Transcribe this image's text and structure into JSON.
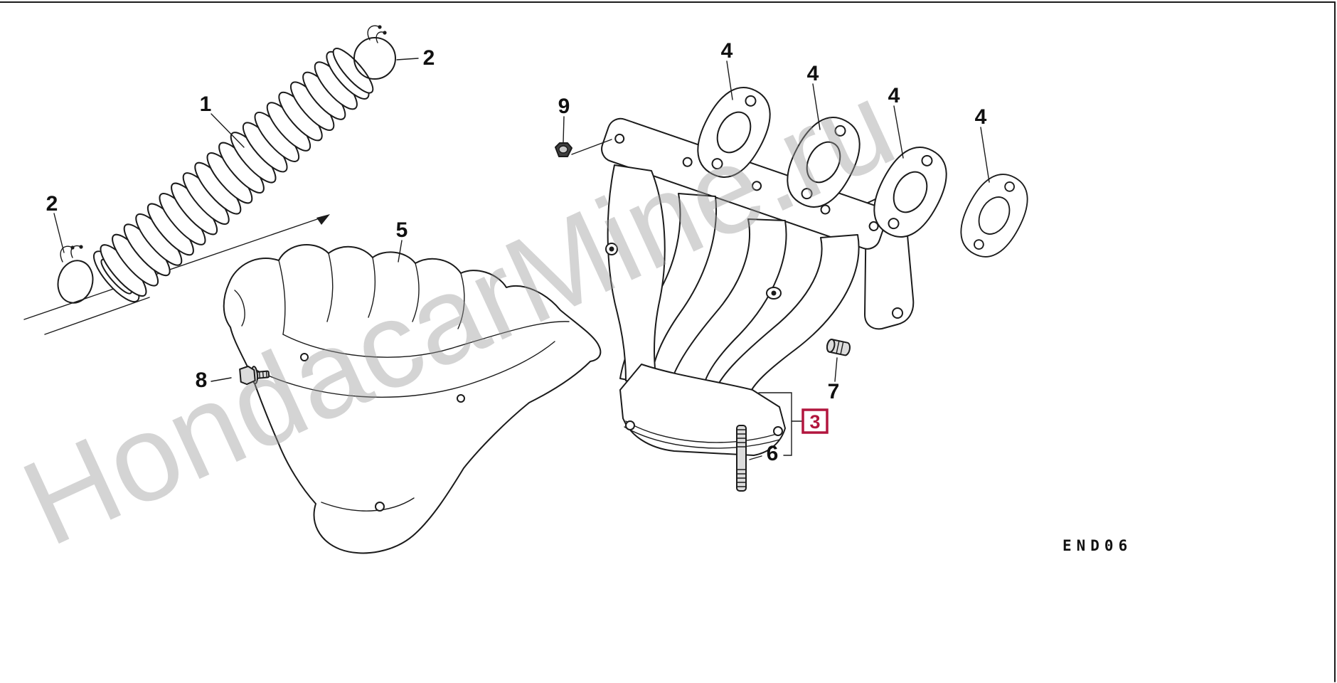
{
  "diagram": {
    "watermark": "HondacarMine.ru",
    "code": "END06"
  },
  "colors": {
    "highlight": "#b2163e",
    "line": "#1b1b1b",
    "watermark": "#9b9b9b"
  },
  "callouts": {
    "c1": {
      "label": "1",
      "highlighted": false
    },
    "c2a": {
      "label": "2",
      "highlighted": false
    },
    "c2b": {
      "label": "2",
      "highlighted": false
    },
    "c3": {
      "label": "3",
      "highlighted": true
    },
    "c4a": {
      "label": "4",
      "highlighted": false
    },
    "c4b": {
      "label": "4",
      "highlighted": false
    },
    "c4c": {
      "label": "4",
      "highlighted": false
    },
    "c4d": {
      "label": "4",
      "highlighted": false
    },
    "c5": {
      "label": "5",
      "highlighted": false
    },
    "c6": {
      "label": "6",
      "highlighted": false
    },
    "c7": {
      "label": "7",
      "highlighted": false
    },
    "c8": {
      "label": "8",
      "highlighted": false
    },
    "c9": {
      "label": "9",
      "highlighted": false
    }
  }
}
